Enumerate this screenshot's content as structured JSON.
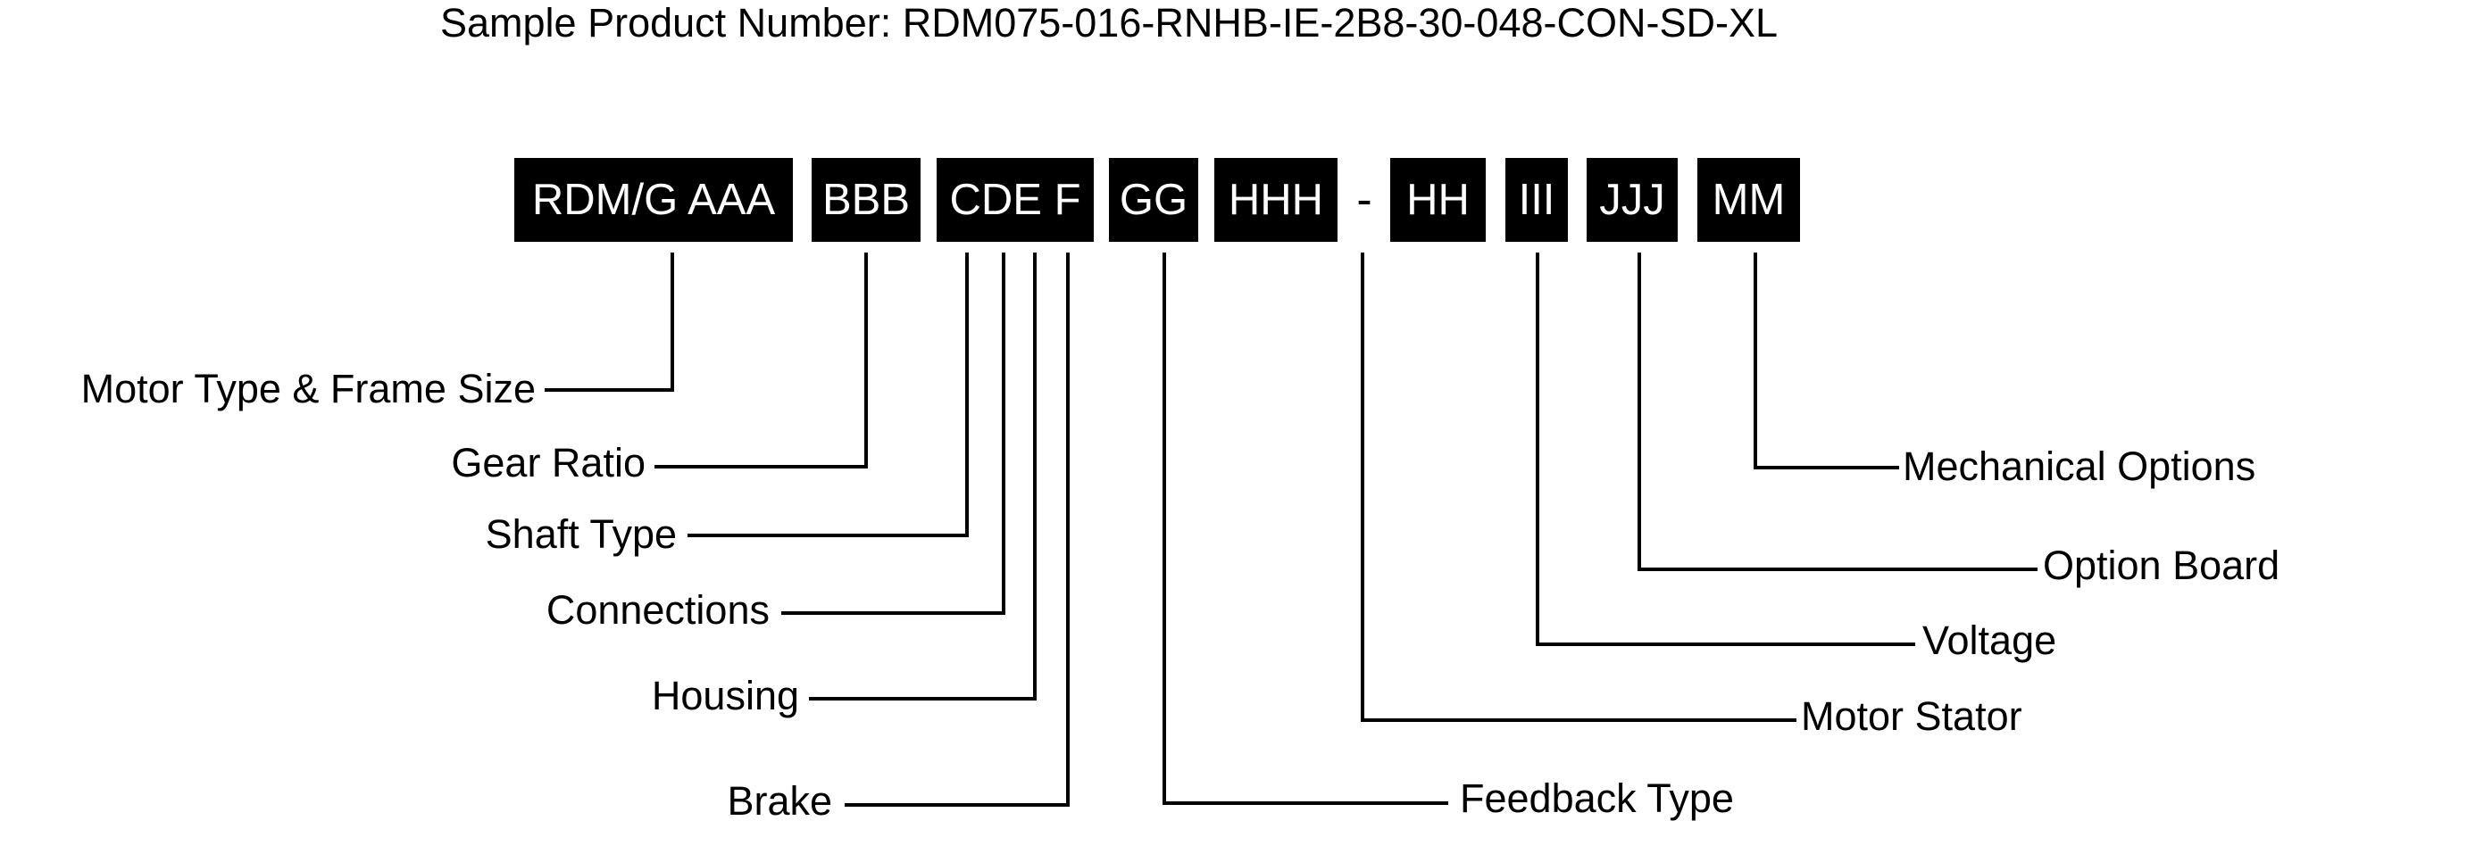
{
  "title": "Sample Product Number: RDM075-016-RNHB-IE-2B8-30-048-CON-SD-XL",
  "codes": {
    "rdmg_aaa": "RDM/G AAA",
    "bbb": "BBB",
    "cde_f": "CDE F",
    "gg": "GG",
    "hhh": "HHH",
    "dash": "-",
    "hh": "HH",
    "iii": "III",
    "jjj": "JJJ",
    "mm": "MM"
  },
  "labels": {
    "motor_type_frame_size": "Motor Type & Frame Size",
    "gear_ratio": "Gear Ratio",
    "shaft_type": "Shaft Type",
    "connections": "Connections",
    "housing": "Housing",
    "brake": "Brake",
    "feedback_type": "Feedback Type",
    "motor_stator": "Motor Stator",
    "voltage": "Voltage",
    "option_board": "Option Board",
    "mechanical_options": "Mechanical Options"
  }
}
